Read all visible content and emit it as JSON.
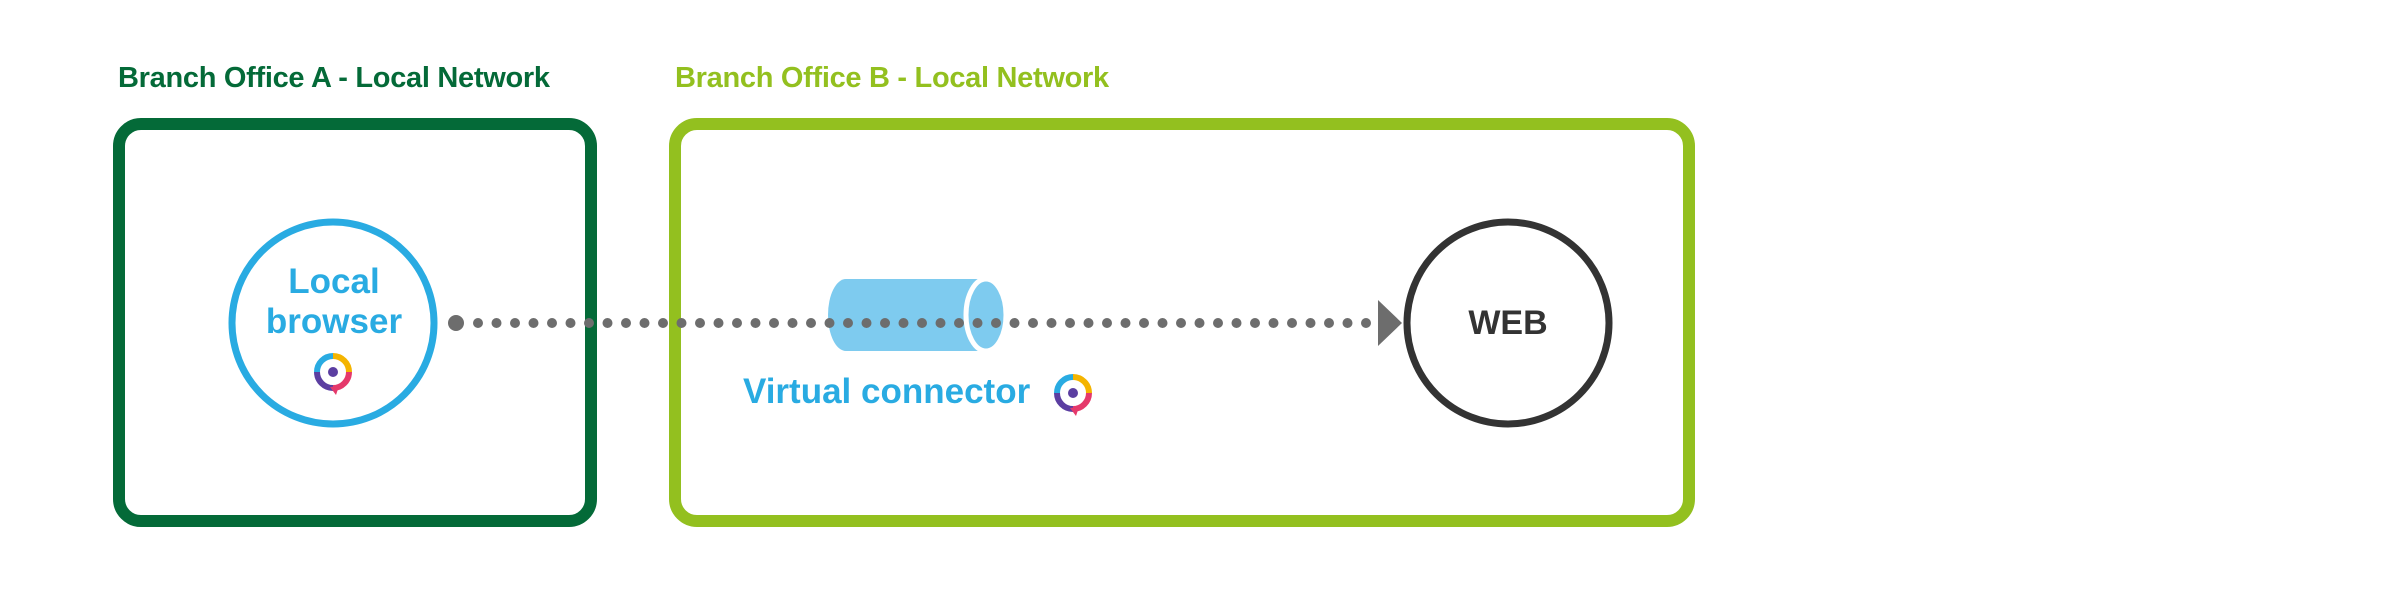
{
  "regions": {
    "office_a": {
      "title": "Branch Office A - Local Network",
      "color": "#046a38"
    },
    "office_b": {
      "title": "Branch Office B - Local Network",
      "color": "#93c01f"
    }
  },
  "nodes": {
    "local_browser": {
      "line1": "Local",
      "line2": "browser",
      "color": "#29abe2",
      "icon": "qlik-logo-icon"
    },
    "web": {
      "label": "WEB",
      "color": "#333333"
    }
  },
  "connector": {
    "label": "Virtual connector",
    "color": "#7ecbef",
    "icon": "qlik-logo-icon"
  },
  "connection": {
    "style": "dotted",
    "color": "#6d6d6d",
    "direction": "browser-to-web"
  }
}
